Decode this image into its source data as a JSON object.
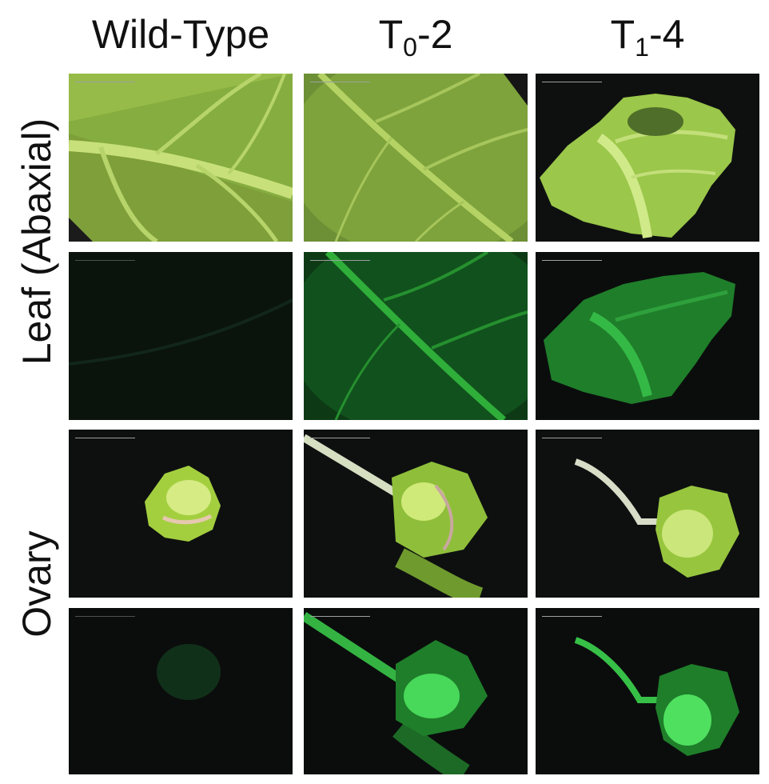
{
  "columns": {
    "wild_type": "Wild-Type",
    "t0_main": "T",
    "t0_sub": "0",
    "t0_suffix": "-2",
    "t1_main": "T",
    "t1_sub": "1",
    "t1_suffix": "-4"
  },
  "rows": {
    "leaf": "Leaf (Abaxial)",
    "ovary": "Ovary"
  },
  "colors": {
    "leaf_green": "#8fbf3a",
    "gfp_green": "#2fae3a",
    "background_dark": "#0b0d0d"
  }
}
